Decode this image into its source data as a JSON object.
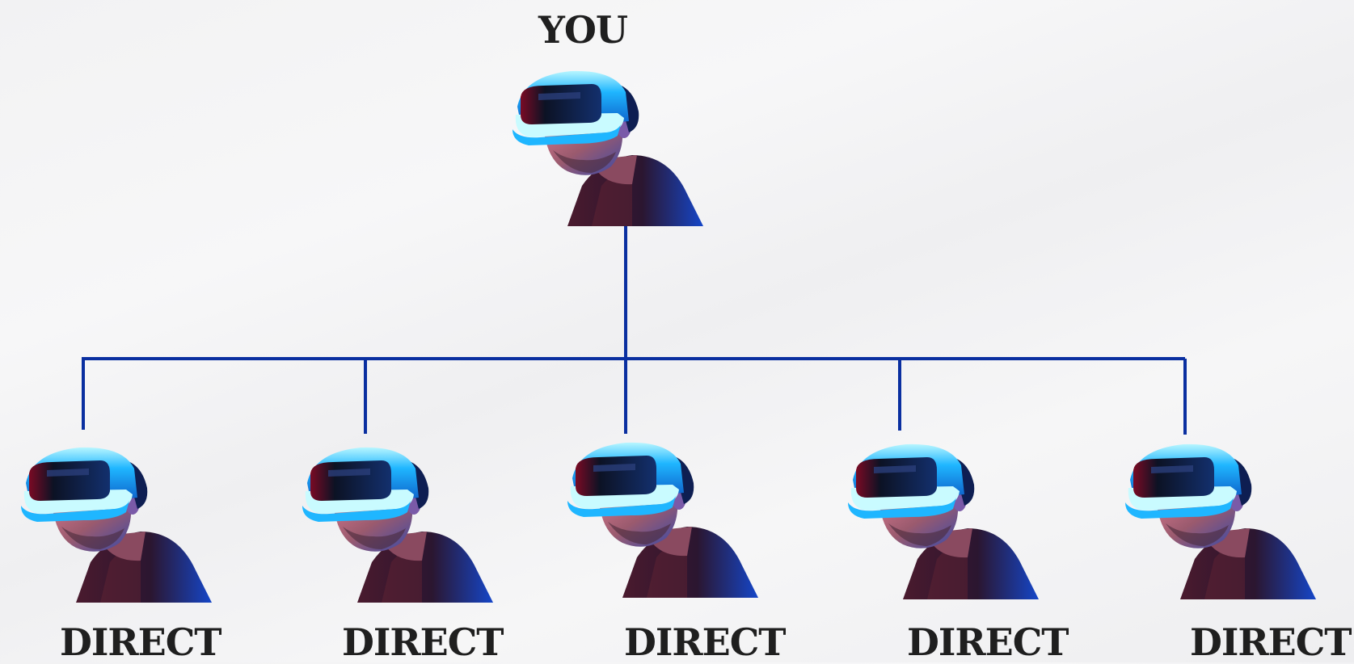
{
  "root": {
    "label": "YOU",
    "icon": "vr-headset-person-icon"
  },
  "children": [
    {
      "label": "DIRECT",
      "icon": "vr-headset-person-icon"
    },
    {
      "label": "DIRECT",
      "icon": "vr-headset-person-icon"
    },
    {
      "label": "DIRECT",
      "icon": "vr-headset-person-icon"
    },
    {
      "label": "DIRECT",
      "icon": "vr-headset-person-icon"
    },
    {
      "label": "DIRECT",
      "icon": "vr-headset-person-icon"
    }
  ],
  "colors": {
    "connector": "#0a2fa0",
    "visor": "#1fb6ff",
    "visor_glow": "#9df1ff",
    "hoodie": "#3a1c2e",
    "accent_red": "#c0143c"
  }
}
